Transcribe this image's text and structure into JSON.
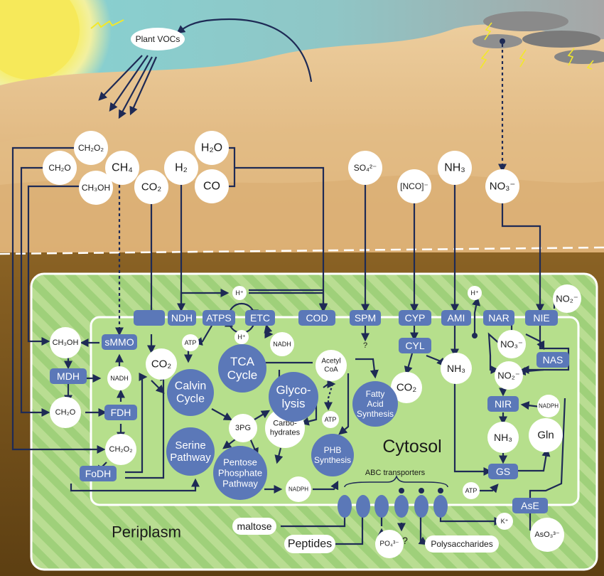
{
  "sky": {
    "sun_color": "#f6e95a",
    "vocs": "Plant VOCs"
  },
  "gases": {
    "ch2o2": "CH₂O₂",
    "ch2o": "CH₂O",
    "ch3oh": "CH₃OH",
    "ch4": "CH₄",
    "co2": "CO₂",
    "h2": "H₂",
    "h2o": "H₂O",
    "co": "CO",
    "so4": "SO₄²⁻",
    "nco": "[NCO]⁻",
    "nh3": "NH₃",
    "no3": "NO₃⁻"
  },
  "compartments": {
    "periplasm": "Periplasm",
    "cytosol": "Cytosol"
  },
  "enzymes": {
    "ndh": "NDH",
    "atps": "ATPS",
    "etc": "ETC",
    "cod": "COD",
    "spm": "SPM",
    "cyp": "CYP",
    "ami": "AMI",
    "nar": "NAR",
    "nie": "NIE",
    "smmo": "sMMO",
    "mdh": "MDH",
    "fdh": "FDH",
    "fodh": "FoDH",
    "cyl": "CYL",
    "nas": "NAS",
    "nir": "NIR",
    "gs": "GS",
    "ase": "AsE"
  },
  "pathways": {
    "calvin1": "Calvin",
    "calvin2": "Cycle",
    "tca1": "TCA",
    "tca2": "Cycle",
    "glyco1": "Glyco-",
    "glyco2": "lysis",
    "serine1": "Serine",
    "serine2": "Pathway",
    "pentose1": "Pentose",
    "pentose2": "Phosphate",
    "pentose3": "Pathway",
    "fatty1": "Fatty",
    "fatty2": "Acid",
    "fatty3": "Synthesis",
    "phb1": "PHB",
    "phb2": "Synthesis"
  },
  "metabolites": {
    "hplus": "H⁺",
    "atp": "ATP",
    "nadh": "NADH",
    "nadph": "NADPH",
    "co2": "CO₂",
    "ch3oh": "CH₃OH",
    "ch2o": "CH₂O",
    "ch2o2": "CH₂O₂",
    "pg3": "3PG",
    "acetyl1": "Acetyl",
    "acetyl2": "CoA",
    "carbo1": "Carbo-",
    "carbo2": "hydrates",
    "nh3": "NH₃",
    "no3": "NO₃⁻",
    "no2": "NO₂⁻",
    "gln": "Gln",
    "q": "?",
    "kplus": "K⁺",
    "aso3": "AsO₃³⁻",
    "po4": "PO₄³⁻",
    "maltose": "maltose",
    "peptides": "Peptides",
    "polysaccharides": "Polysaccharides",
    "abc": "ABC transporters"
  },
  "colors": {
    "sky_left": "#7fcfd2",
    "sky_right": "#a9a9a9",
    "sand": "#e2b77f",
    "soil": "#7a5418",
    "periplasm": "#9ccf72",
    "cytosol": "#b6df8c",
    "enzyme": "#5b78b8",
    "line": "#1e2a55"
  }
}
